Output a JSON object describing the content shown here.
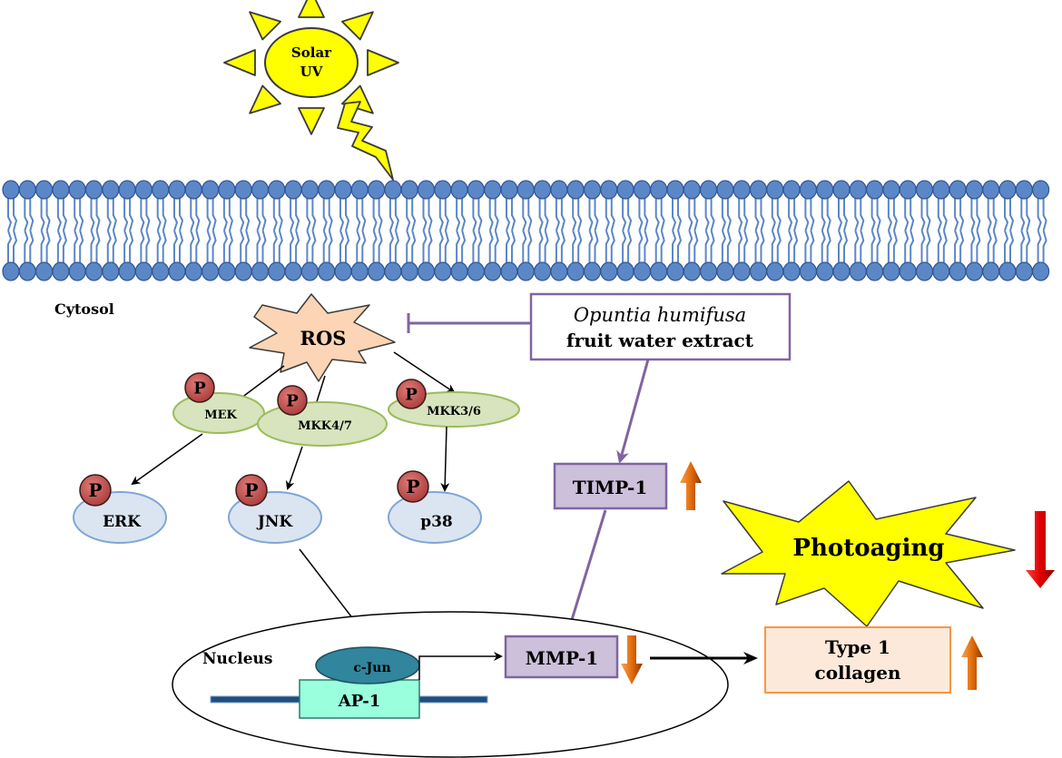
{
  "labels": {
    "sun": [
      "Solar",
      "UV"
    ],
    "cytosol": "Cytosol",
    "ros": "ROS",
    "extract_line1": "Opuntia humifusa",
    "extract_line2": "fruit water extract",
    "mek": "MEK",
    "mkk47": "MKK4/7",
    "mkk36": "MKK3/6",
    "erk": "ERK",
    "jnk": "JNK",
    "p38": "p38",
    "phospho": "P",
    "timp1": "TIMP-1",
    "photoaging": "Photoaging",
    "nucleus": "Nucleus",
    "cjun": "c-Jun",
    "ap1": "AP-1",
    "mmp1": "MMP-1",
    "collagen_line1": "Type 1",
    "collagen_line2": "collagen"
  },
  "colors": {
    "sun": "#ffff00",
    "sun_stroke": "#3a3a3a",
    "membrane": "#5b87c6",
    "membrane_stroke": "#2f5597",
    "ros_fill": "#fbd5b5",
    "kinase_fill": "#d7e4bd",
    "kinase_stroke": "#9bbb59",
    "mapk_fill": "#dbe5f1",
    "mapk_stroke": "#7ea6d6",
    "phospho_fill": "#c0504d",
    "inhibit": "#8064a2",
    "box_fill": "#ccc0da",
    "box_stroke": "#8064a2",
    "arrow_up": "#e46c0a",
    "arrow_down_red": "#e00000",
    "cjun": "#31859c",
    "ap1": "#99ffdd",
    "collagen_fill": "#fde9d9",
    "collagen_stroke": "#f79646",
    "dna": "#1f4e79"
  },
  "regulation": {
    "timp1": "up",
    "mmp1": "down",
    "photoaging": "down",
    "collagen": "up"
  }
}
